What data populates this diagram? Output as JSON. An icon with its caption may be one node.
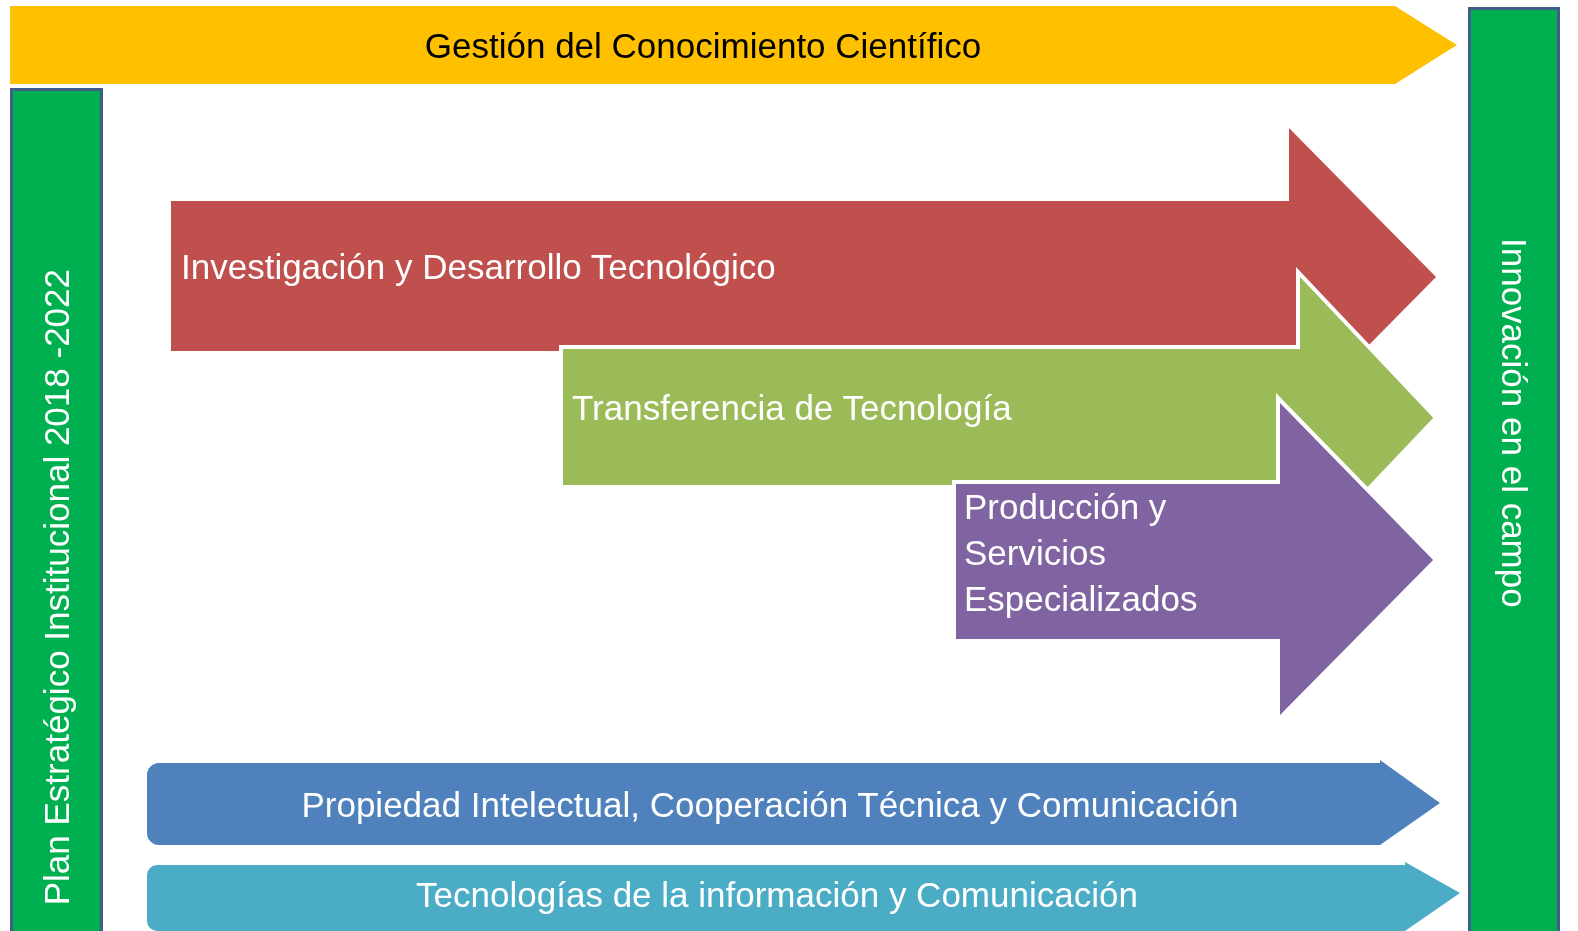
{
  "diagram": {
    "nodes": [
      {
        "text": [
          "Gestión del Conocimiento Científico"
        ]
      },
      {
        "text": [
          "Plan Estratégico Institucional 2018 -2022"
        ]
      },
      {
        "text": [
          "Investigación y Desarrollo Tecnológico"
        ]
      },
      {
        "text": [
          "Transferencia de Tecnología"
        ]
      },
      {
        "text": [
          "Producción y Servicios Especializados"
        ]
      },
      {
        "text": [
          "Propiedad Intelectual, Cooperación Técnica y Comunicación"
        ]
      },
      {
        "text": [
          "Tecnologías de la información y Comunicación"
        ]
      },
      {
        "text": [
          "Innovación en el campo"
        ]
      }
    ]
  }
}
